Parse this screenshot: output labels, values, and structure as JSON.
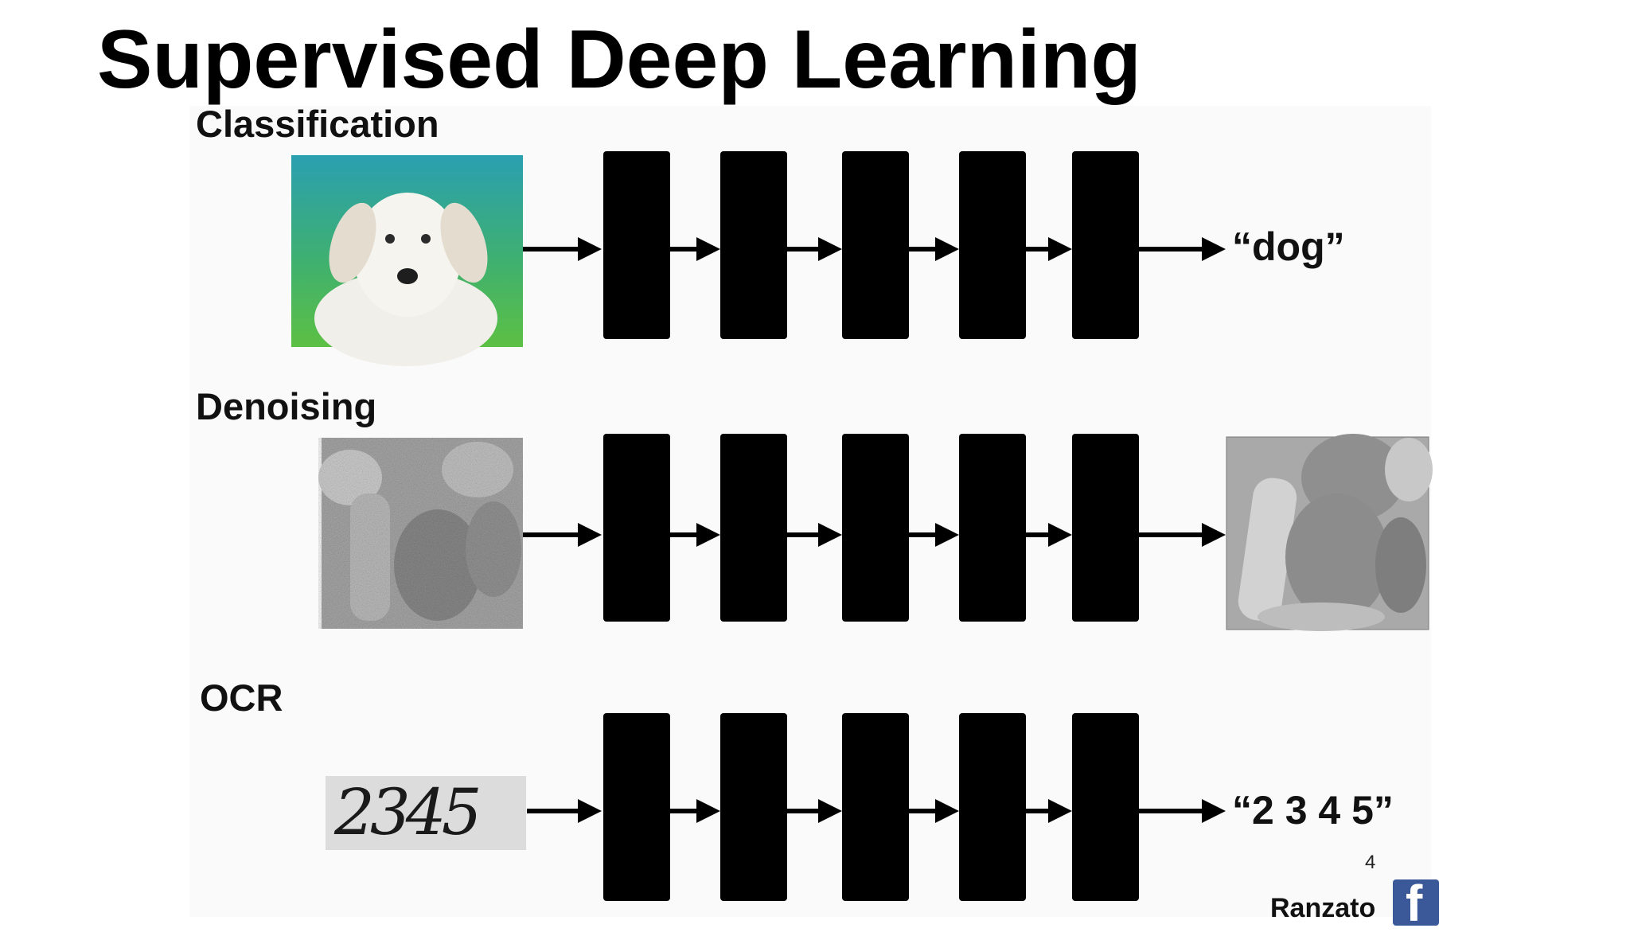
{
  "title": "Supervised Deep Learning",
  "rows": [
    {
      "label": "Classification",
      "output_text": "“dog”"
    },
    {
      "label": "Denoising"
    },
    {
      "label": "OCR",
      "input_text": "2345",
      "output_text": "“2 3 4 5”"
    }
  ],
  "footer": {
    "slide_number": "4",
    "author": "Ranzato",
    "logo_letter": "f"
  },
  "colors": {
    "block": "#000000",
    "fb": "#3b5998",
    "dog_bg": "#3fa88a"
  },
  "icons": [
    "dog-photo",
    "noisy-peppers-image",
    "clean-peppers-image",
    "handwritten-digits-image",
    "facebook-icon"
  ]
}
